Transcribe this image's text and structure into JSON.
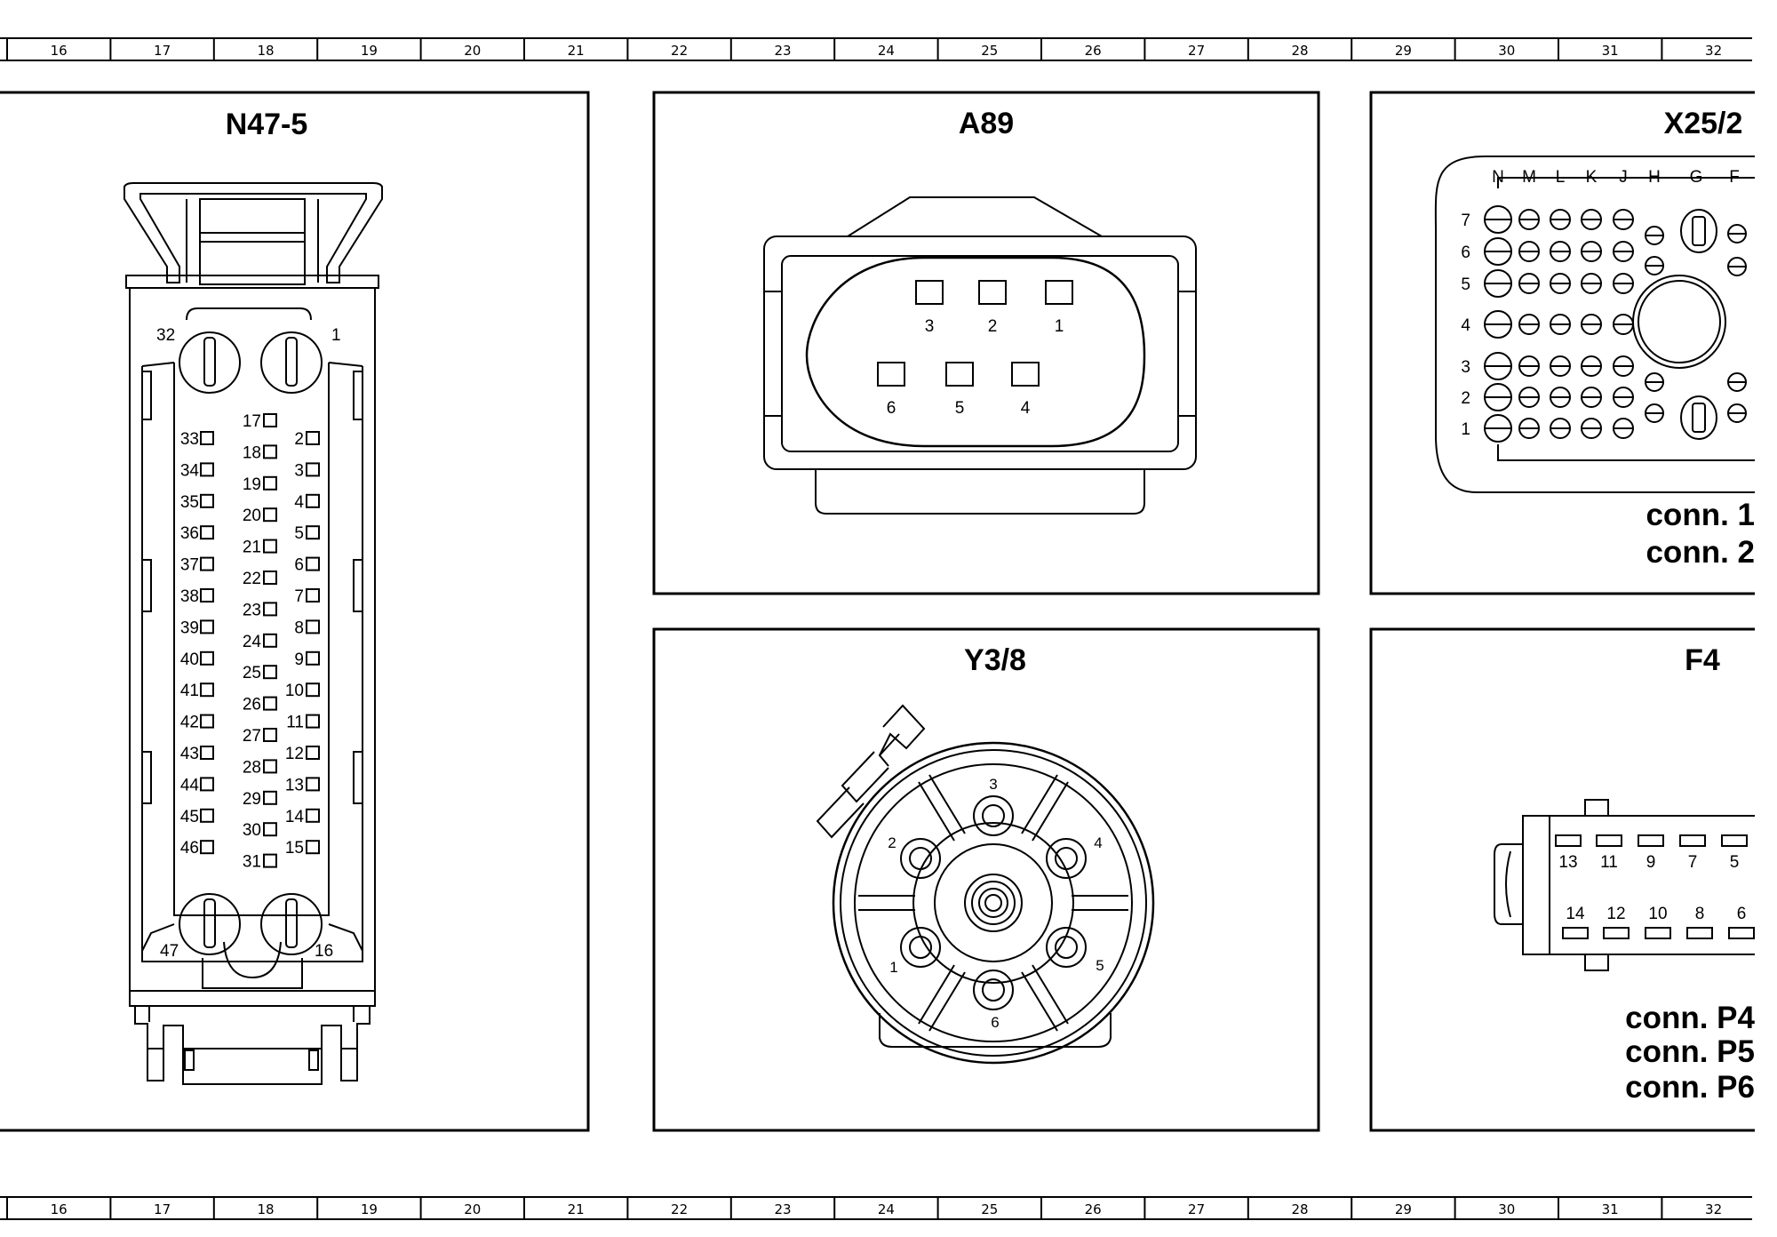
{
  "ruler": {
    "numbers": [
      "16",
      "17",
      "18",
      "19",
      "20",
      "21",
      "22",
      "23",
      "24",
      "25",
      "26",
      "27",
      "28",
      "29",
      "30",
      "31",
      "32"
    ]
  },
  "panels": {
    "n47_5": {
      "title": "N47-5",
      "corner_labels": {
        "top_left": "32",
        "top_right": "1",
        "bottom_left": "47",
        "bottom_right": "16"
      },
      "left_column": [
        "33",
        "34",
        "35",
        "36",
        "37",
        "38",
        "39",
        "40",
        "41",
        "42",
        "43",
        "44",
        "45",
        "46"
      ],
      "middle_column": [
        "17",
        "18",
        "19",
        "20",
        "21",
        "22",
        "23",
        "24",
        "25",
        "26",
        "27",
        "28",
        "29",
        "30",
        "31"
      ],
      "right_column": [
        "2",
        "3",
        "4",
        "5",
        "6",
        "7",
        "8",
        "9",
        "10",
        "11",
        "12",
        "13",
        "14",
        "15"
      ]
    },
    "a89": {
      "title": "A89",
      "top_row": [
        "3",
        "2",
        "1"
      ],
      "bottom_row": [
        "6",
        "5",
        "4"
      ]
    },
    "x25_2": {
      "title": "X25/2",
      "column_letters": [
        "N",
        "M",
        "L",
        "K",
        "J",
        "H",
        "G",
        "F"
      ],
      "row_numbers": [
        "7",
        "6",
        "5",
        "4",
        "3",
        "2",
        "1"
      ],
      "notes": [
        "conn. 1",
        "conn. 2"
      ]
    },
    "y3_8": {
      "title": "Y3/8",
      "pins": [
        "1",
        "2",
        "3",
        "4",
        "5",
        "6"
      ]
    },
    "f4": {
      "title": "F4",
      "top_row": [
        "13",
        "11",
        "9",
        "7",
        "5"
      ],
      "bottom_row": [
        "14",
        "12",
        "10",
        "8",
        "6"
      ],
      "notes": [
        "conn. P4",
        "conn. P5",
        "conn. P6"
      ]
    }
  }
}
